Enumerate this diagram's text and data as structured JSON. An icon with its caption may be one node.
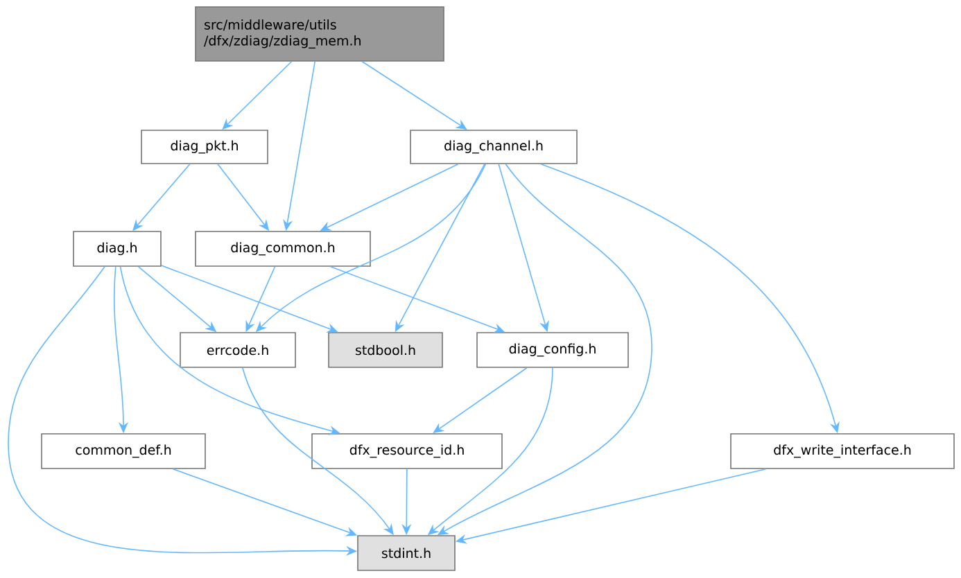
{
  "diagram": {
    "nodes": [
      {
        "text": [
          "src/middleware/utils /dfx/zdiag/zdiag_mem.h"
        ]
      },
      {
        "text": [
          "diag_pkt.h"
        ]
      },
      {
        "text": [
          "diag_channel.h"
        ]
      },
      {
        "text": [
          "diag.h"
        ]
      },
      {
        "text": [
          "diag_common.h"
        ]
      },
      {
        "text": [
          "errcode.h"
        ]
      },
      {
        "text": [
          "stdbool.h"
        ]
      },
      {
        "text": [
          "diag_config.h"
        ]
      },
      {
        "text": [
          "common_def.h"
        ]
      },
      {
        "text": [
          "dfx_resource_id.h"
        ]
      },
      {
        "text": [
          "dfx_write_interface.h"
        ]
      },
      {
        "text": [
          "stdint.h"
        ]
      }
    ],
    "edges": [
      {
        "from": 0,
        "to": 1,
        "arrow": "to"
      },
      {
        "from": 0,
        "to": 4,
        "arrow": "to"
      },
      {
        "from": 0,
        "to": 2,
        "arrow": "to"
      },
      {
        "from": 1,
        "to": 3,
        "arrow": "to"
      },
      {
        "from": 1,
        "to": 4,
        "arrow": "to"
      },
      {
        "from": 2,
        "to": 4,
        "arrow": "to"
      },
      {
        "from": 2,
        "to": 5,
        "arrow": "to"
      },
      {
        "from": 2,
        "to": 6,
        "arrow": "to"
      },
      {
        "from": 2,
        "to": 7,
        "arrow": "to"
      },
      {
        "from": 2,
        "to": 11,
        "arrow": "to"
      },
      {
        "from": 2,
        "to": 10,
        "arrow": "to"
      },
      {
        "from": 3,
        "to": 5,
        "arrow": "to"
      },
      {
        "from": 3,
        "to": 6,
        "arrow": "to"
      },
      {
        "from": 3,
        "to": 8,
        "arrow": "to"
      },
      {
        "from": 3,
        "to": 9,
        "arrow": "to"
      },
      {
        "from": 3,
        "to": 11,
        "arrow": "to"
      },
      {
        "from": 4,
        "to": 5,
        "arrow": "to"
      },
      {
        "from": 4,
        "to": 7,
        "arrow": "to"
      },
      {
        "from": 5,
        "to": 11,
        "arrow": "to"
      },
      {
        "from": 7,
        "to": 9,
        "arrow": "to"
      },
      {
        "from": 7,
        "to": 11,
        "arrow": "to"
      },
      {
        "from": 8,
        "to": 11,
        "arrow": "to"
      },
      {
        "from": 9,
        "to": 11,
        "arrow": "to"
      },
      {
        "from": 10,
        "to": 11,
        "arrow": "to"
      }
    ]
  }
}
